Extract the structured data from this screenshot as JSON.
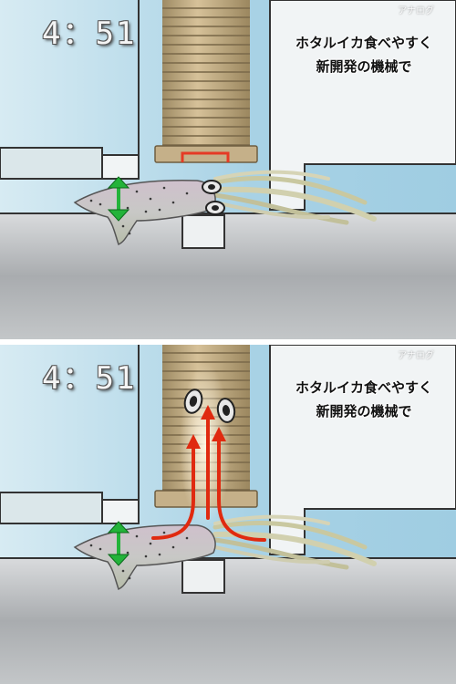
{
  "panels": [
    {
      "clock": "4：51",
      "logo": "アナログ",
      "caption_line1": "ホタルイカ食べやすく",
      "caption_line2": "新開発の機械で",
      "eyes_removed": false
    },
    {
      "clock": "4：51",
      "logo": "アナログ",
      "caption_line1": "ホタルイカ食べやすく",
      "caption_line2": "新開発の機械で",
      "eyes_removed": true
    }
  ],
  "colors": {
    "sky": "#a9d3e6",
    "metal": "#b5b8bb",
    "screw": "#c0a87e",
    "squid": "#c9c6c7",
    "clamp_arrow": "#23b33a",
    "suction_arrow": "#e02a10",
    "pad": "#e53a25"
  }
}
